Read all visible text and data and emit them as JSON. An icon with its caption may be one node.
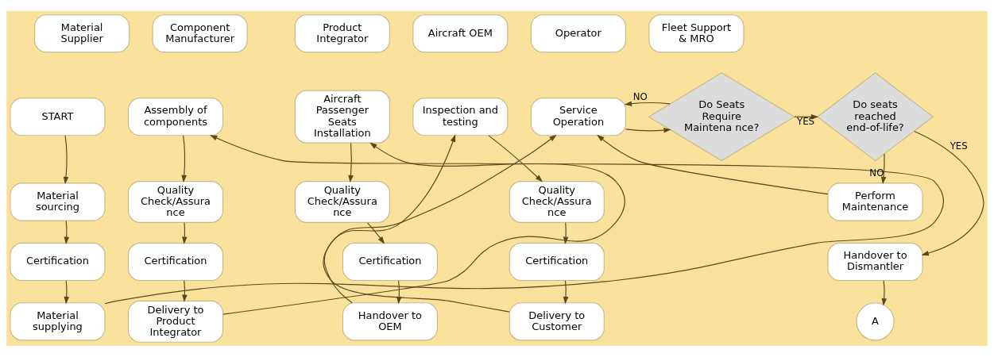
{
  "diagram": {
    "nodes": [
      {
        "text": [
          "Material Supplier"
        ]
      },
      {
        "text": [
          "Component Manufacturer"
        ]
      },
      {
        "text": [
          "Product Integrator"
        ]
      },
      {
        "text": [
          "Aircraft OEM"
        ]
      },
      {
        "text": [
          "Operator"
        ]
      },
      {
        "text": [
          "Fleet Support & MRO"
        ]
      },
      {
        "text": [
          "START"
        ]
      },
      {
        "text": [
          "Material sourcing"
        ]
      },
      {
        "text": [
          "Certification"
        ]
      },
      {
        "text": [
          "Material supplying"
        ]
      },
      {
        "text": [
          "Assembly of components"
        ]
      },
      {
        "text": [
          "Quality Check/Assura nce"
        ]
      },
      {
        "text": [
          "Certification"
        ]
      },
      {
        "text": [
          "Delivery to Product Integrator"
        ]
      },
      {
        "text": [
          "Aircraft Passenger Seats Installation"
        ]
      },
      {
        "text": [
          "Quality Check/Assura nce"
        ]
      },
      {
        "text": [
          "Certification"
        ]
      },
      {
        "text": [
          "Handover to OEM"
        ]
      },
      {
        "text": [
          "Inspection and testing"
        ]
      },
      {
        "text": [
          "Quality Check/Assura nce"
        ]
      },
      {
        "text": [
          "Certification"
        ]
      },
      {
        "text": [
          "Delivery to Customer"
        ]
      },
      {
        "text": [
          "Service Operation"
        ]
      },
      {
        "text": [
          "Do Seats Require Maintena nce?"
        ]
      },
      {
        "text": [
          "Do seats reached end-of-life?"
        ]
      },
      {
        "text": [
          "Perform Maintenance"
        ]
      },
      {
        "text": [
          "Handover to Dismantler"
        ]
      },
      {
        "text": [
          "A"
        ]
      }
    ],
    "edges": [
      {
        "from": 6,
        "to": 7,
        "arrow": "to"
      },
      {
        "from": 7,
        "to": 8,
        "arrow": "to"
      },
      {
        "from": 8,
        "to": 9,
        "arrow": "to"
      },
      {
        "from": 9,
        "to": 10,
        "arrow": "to"
      },
      {
        "from": 10,
        "to": 11,
        "arrow": "to"
      },
      {
        "from": 11,
        "to": 12,
        "arrow": "to"
      },
      {
        "from": 12,
        "to": 13,
        "arrow": "to"
      },
      {
        "from": 13,
        "to": 14,
        "arrow": "to"
      },
      {
        "from": 14,
        "to": 15,
        "arrow": "to"
      },
      {
        "from": 15,
        "to": 16,
        "arrow": "to"
      },
      {
        "from": 16,
        "to": 17,
        "arrow": "to"
      },
      {
        "from": 17,
        "to": 18,
        "arrow": "to"
      },
      {
        "from": 18,
        "to": 19,
        "arrow": "to"
      },
      {
        "from": 19,
        "to": 20,
        "arrow": "to"
      },
      {
        "from": 20,
        "to": 21,
        "arrow": "to"
      },
      {
        "from": 21,
        "to": 22,
        "arrow": "to"
      },
      {
        "from": 22,
        "to": 23,
        "arrow": "to"
      },
      {
        "from": 23,
        "to": 24,
        "arrow": "to",
        "label": "YES"
      },
      {
        "from": 23,
        "to": 22,
        "arrow": "to",
        "label": "NO"
      },
      {
        "from": 24,
        "to": 25,
        "arrow": "to",
        "label": "NO"
      },
      {
        "from": 24,
        "to": 26,
        "arrow": "to",
        "label": "YES"
      },
      {
        "from": 25,
        "to": 22,
        "arrow": "to"
      },
      {
        "from": 26,
        "to": 27,
        "arrow": "to"
      }
    ]
  }
}
